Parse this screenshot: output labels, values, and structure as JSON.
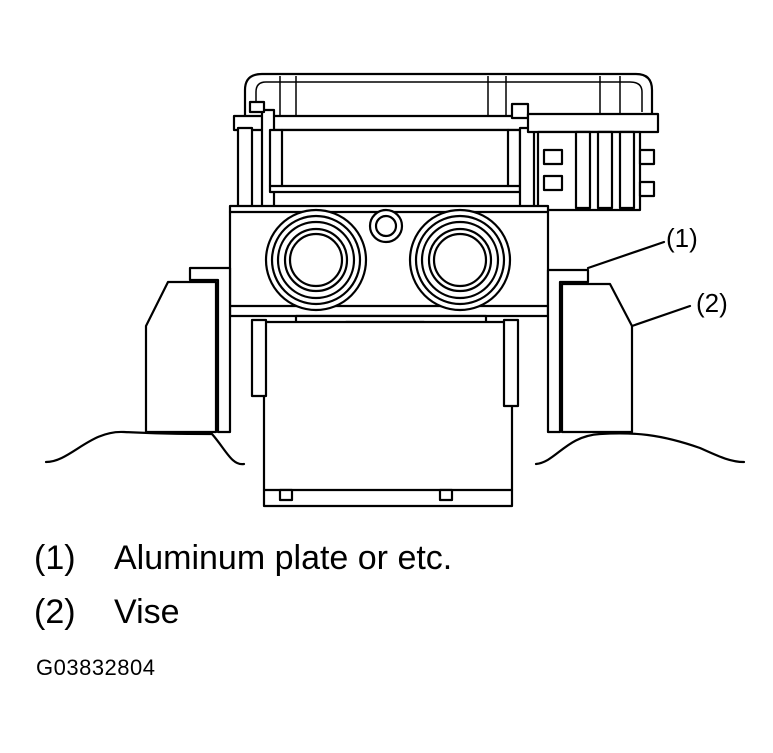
{
  "figure": {
    "callouts": [
      {
        "id": "1",
        "label": "(1)"
      },
      {
        "id": "2",
        "label": "(2)"
      }
    ]
  },
  "legend": [
    {
      "num": "(1)",
      "text": "Aluminum plate or etc."
    },
    {
      "num": "(2)",
      "text": "Vise"
    }
  ],
  "figure_code": "G03832804"
}
